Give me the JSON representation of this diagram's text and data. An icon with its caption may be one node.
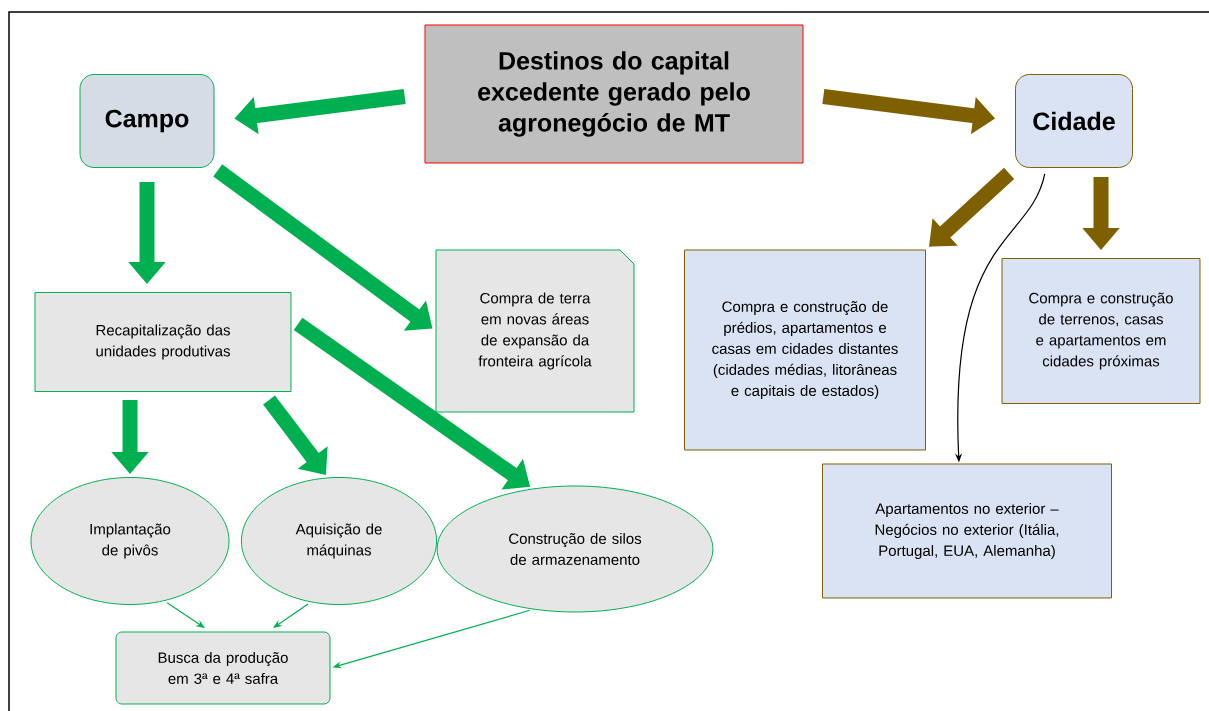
{
  "diagram": {
    "nodes": [
      {
        "text": [
          "Destinos do capital excedente gerado pelo agronegócio de MT"
        ]
      },
      {
        "text": [
          "Campo"
        ]
      },
      {
        "text": [
          "Cidade"
        ]
      },
      {
        "text": [
          "Recapitalização das unidades produtivas"
        ]
      },
      {
        "text": [
          "Compra de terra em novas áreas de expansão da fronteira agrícola"
        ]
      },
      {
        "text": [
          "Compra e construção de prédios, apartamentos e casas em cidades distantes (cidades médias, litorâneas e capitais de estados)"
        ]
      },
      {
        "text": [
          "Compra e construção de terrenos, casas e apartamentos em cidades próximas"
        ]
      },
      {
        "text": [
          "Apartamentos no exterior – Negócios no exterior (Itália, Portugal, EUA, Alemanha)"
        ]
      },
      {
        "text": [
          "Implantação de pivôs"
        ]
      },
      {
        "text": [
          "Aquisição de máquinas"
        ]
      },
      {
        "text": [
          "Construção de silos de armazenamento"
        ]
      },
      {
        "text": [
          "Busca da produção em 3ª e 4ª safra"
        ]
      }
    ],
    "edges": [
      {
        "from": 0,
        "to": 1,
        "arrow": "to",
        "color": "#00b050"
      },
      {
        "from": 0,
        "to": 2,
        "arrow": "to",
        "color": "#7f6000"
      },
      {
        "from": 1,
        "to": 3,
        "arrow": "to",
        "color": "#00b050"
      },
      {
        "from": 1,
        "to": 4,
        "arrow": "to",
        "color": "#00b050"
      },
      {
        "from": 3,
        "to": 8,
        "arrow": "to",
        "color": "#00b050"
      },
      {
        "from": 3,
        "to": 9,
        "arrow": "to",
        "color": "#00b050"
      },
      {
        "from": 3,
        "to": 10,
        "arrow": "to",
        "color": "#00b050"
      },
      {
        "from": 2,
        "to": 5,
        "arrow": "to",
        "color": "#7f6000"
      },
      {
        "from": 2,
        "to": 6,
        "arrow": "to",
        "color": "#7f6000"
      },
      {
        "from": 2,
        "to": 7,
        "arrow": "to",
        "color": "#000000"
      },
      {
        "from": 8,
        "to": 11,
        "arrow": "to",
        "color": "#00b050"
      },
      {
        "from": 9,
        "to": 11,
        "arrow": "to",
        "color": "#00b050"
      },
      {
        "from": 10,
        "to": 11,
        "arrow": "to",
        "color": "#00b050"
      }
    ]
  }
}
